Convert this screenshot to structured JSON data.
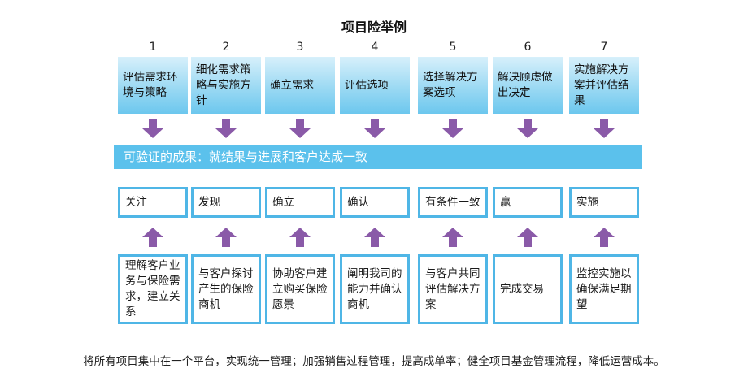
{
  "title": "项目险举例",
  "steps": [
    {
      "num": "1",
      "top": "评估需求环境与策略",
      "mid": "关注",
      "bottom": "理解客户业务与保险需求，建立关系"
    },
    {
      "num": "2",
      "top": "细化需求策略与实施方针",
      "mid": "发现",
      "bottom": "与客户探讨产生的保险商机"
    },
    {
      "num": "3",
      "top": "确立需求",
      "mid": "确立",
      "bottom": "协助客户建立购买保险愿景"
    },
    {
      "num": "4",
      "top": "评估选项",
      "mid": "确认",
      "bottom": "阐明我司的能力并确认商机"
    },
    {
      "num": "5",
      "top": "选择解决方案选项",
      "mid": "有条件一致",
      "bottom": "与客户共同评估解决方案"
    },
    {
      "num": "6",
      "top": "解决顾虑做出决定",
      "mid": "赢",
      "bottom": "完成交易"
    },
    {
      "num": "7",
      "top": "实施解决方案并评估结果",
      "mid": "实施",
      "bottom": "监控实施以确保满足期望"
    }
  ],
  "banner": "可验证的成果：就结果与进展和客户达成一致",
  "footer": "将所有项目集中在一个平台，实现统一管理；加强销售过程管理，提高成单率；健全项目基金管理流程，降低运营成本。",
  "colors": {
    "accent": "#5bc1ec",
    "border": "#4fb6e6",
    "arrow": "#8a5aa8"
  }
}
